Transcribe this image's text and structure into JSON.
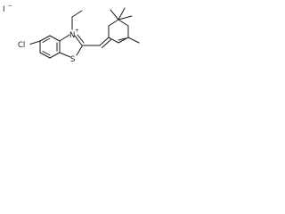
{
  "structure": {
    "counter_ion": "I",
    "counter_ion_charge": "−",
    "chlorine": "Cl",
    "sulfur": "S",
    "nitrogen": "N",
    "nitrogen_charge": "+"
  }
}
